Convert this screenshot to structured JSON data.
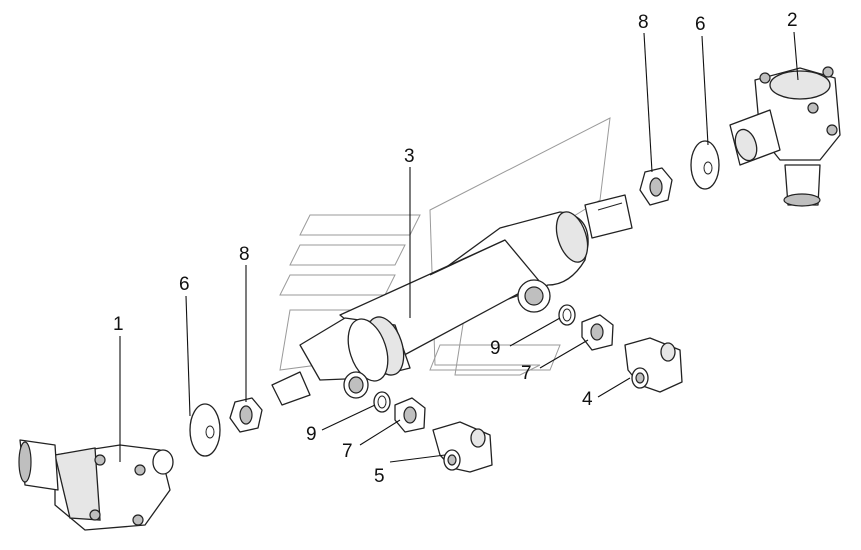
{
  "labels": [
    {
      "id": "1",
      "text": "1"
    },
    {
      "id": "2",
      "text": "2"
    },
    {
      "id": "3",
      "text": "3"
    },
    {
      "id": "4",
      "text": "4"
    },
    {
      "id": "5",
      "text": "5"
    },
    {
      "id": "6a",
      "text": "6"
    },
    {
      "id": "6b",
      "text": "6"
    },
    {
      "id": "7a",
      "text": "7"
    },
    {
      "id": "7b",
      "text": "7"
    },
    {
      "id": "8a",
      "text": "8"
    },
    {
      "id": "8b",
      "text": "8"
    },
    {
      "id": "9a",
      "text": "9"
    },
    {
      "id": "9b",
      "text": "9"
    }
  ]
}
